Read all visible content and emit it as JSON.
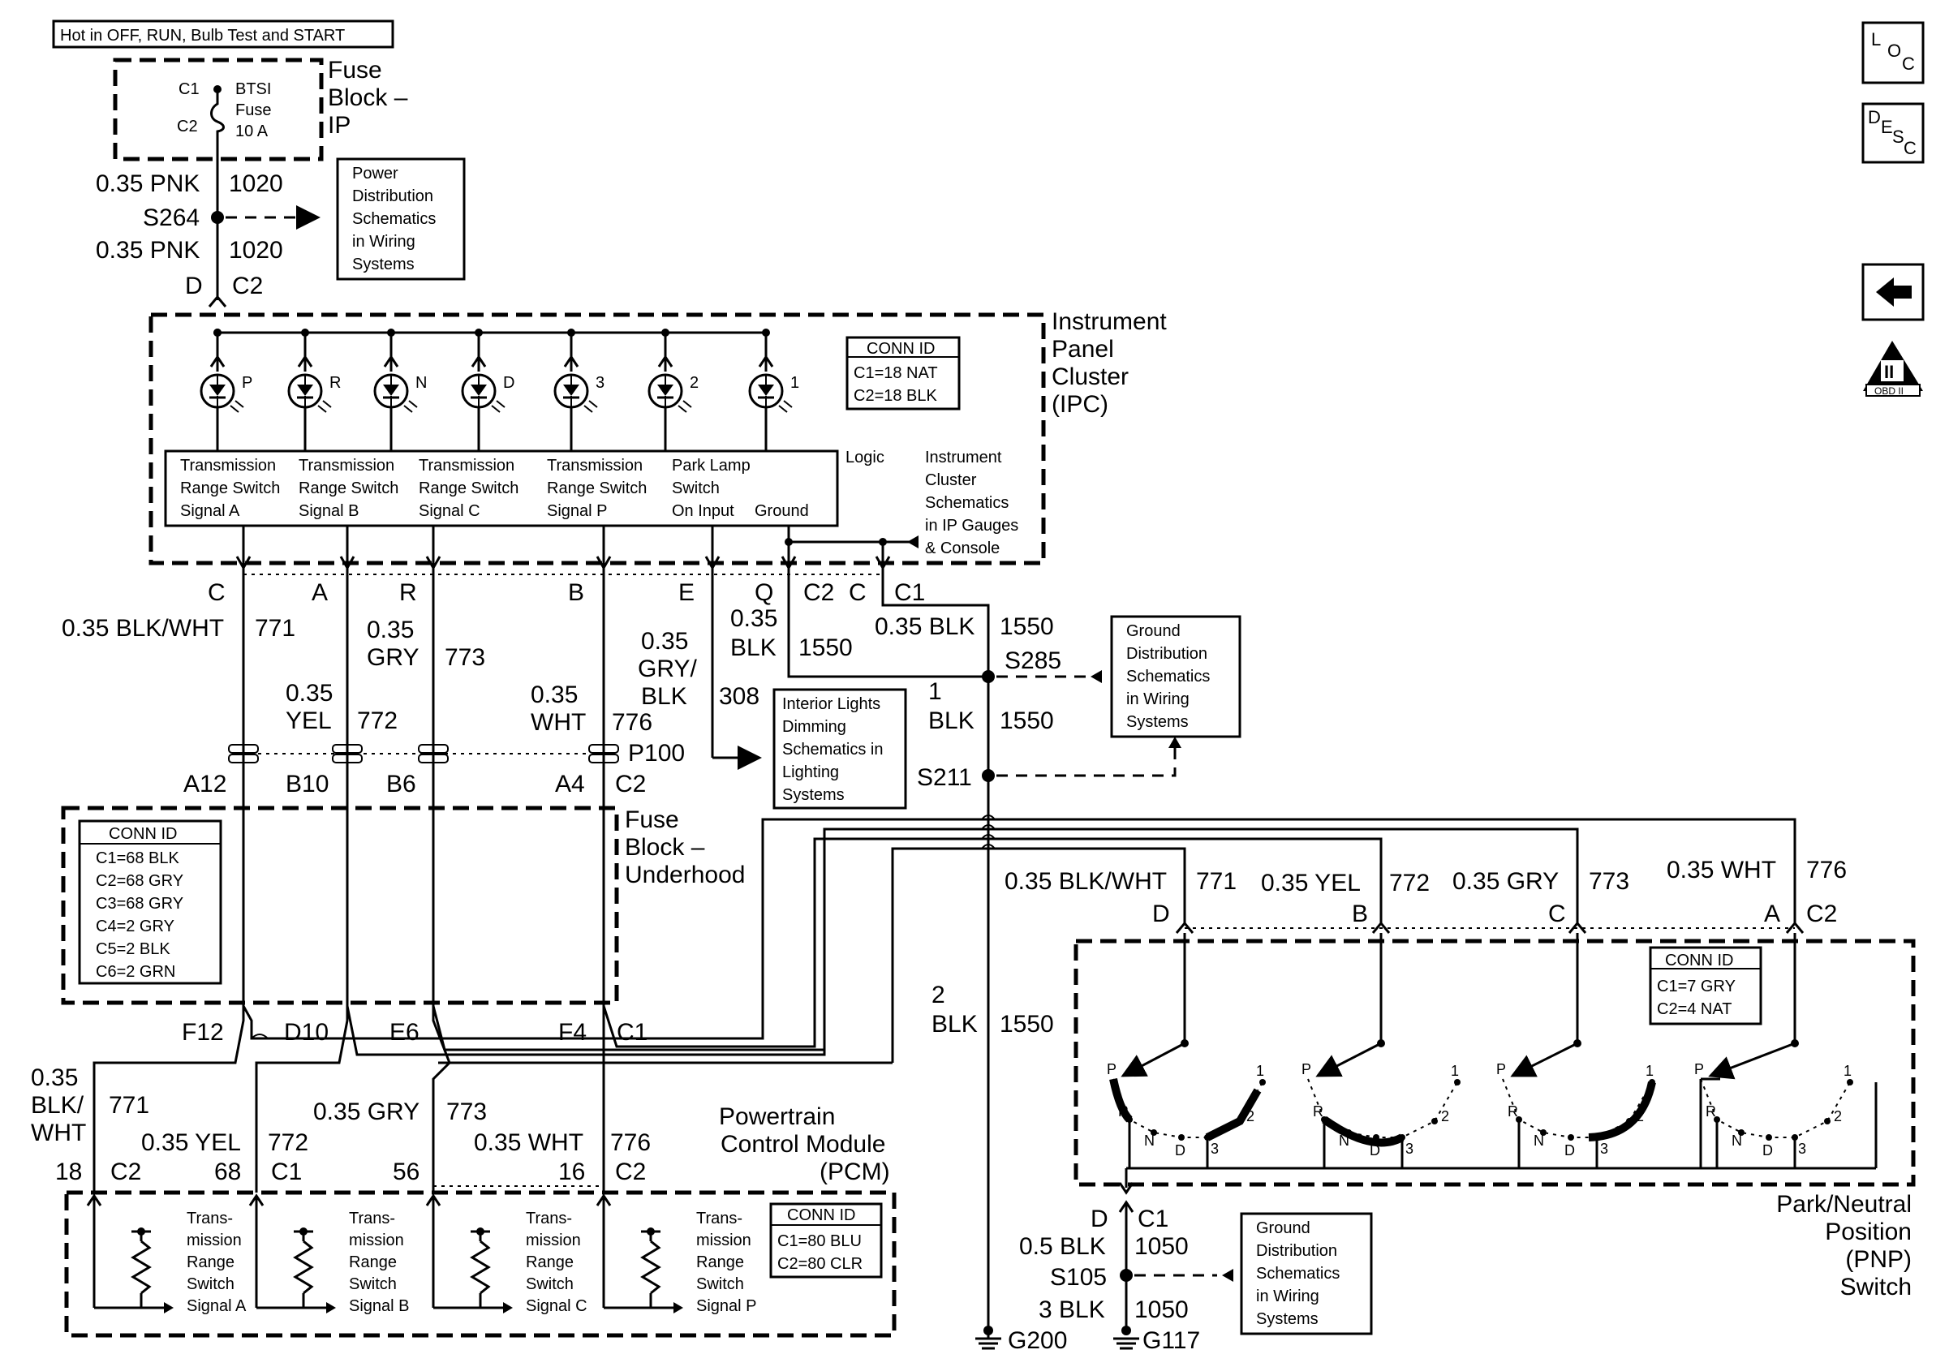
{
  "header_box": "Hot in OFF, RUN, Bulb Test and START",
  "fuse_block_ip": {
    "title": [
      "Fuse",
      "Block –",
      "IP"
    ],
    "c1": "C1",
    "c2": "C2",
    "fuse": [
      "BTSI",
      "Fuse",
      "10 A"
    ]
  },
  "upper_feed": {
    "wire1_gauge": "0.35 PNK",
    "wire1_circuit": "1020",
    "splice": "S264",
    "wire2_gauge": "0.35 PNK",
    "wire2_circuit": "1020",
    "pin": "D",
    "conn": "C2"
  },
  "power_dist_box": [
    "Power",
    "Distribution",
    "Schematics",
    "in Wiring",
    "Systems"
  ],
  "ipc": {
    "title": [
      "Instrument",
      "Panel",
      "Cluster",
      "(IPC)"
    ],
    "conn_id_title": "CONN ID",
    "conn_id_lines": [
      "C1=18 NAT",
      "C2=18 BLK"
    ],
    "lamps": [
      "P",
      "R",
      "N",
      "D",
      "3",
      "2",
      "1"
    ],
    "logic_label": "Logic",
    "logic_inputs": [
      [
        "Transmission",
        "Range Switch",
        "Signal A"
      ],
      [
        "Transmission",
        "Range Switch",
        "Signal B"
      ],
      [
        "Transmission",
        "Range Switch",
        "Signal C"
      ],
      [
        "Transmission",
        "Range Switch",
        "Signal P"
      ],
      [
        "Park Lamp",
        "Switch",
        "On Input"
      ],
      [
        "Ground"
      ]
    ],
    "cluster_ref": [
      "Instrument",
      "Cluster",
      "Schematics",
      "in IP Gauges",
      "& Console"
    ],
    "pins": [
      "C",
      "A",
      "R",
      "B",
      "E",
      "Q",
      "C2",
      "C",
      "C1"
    ]
  },
  "mid_wires": {
    "w771": [
      "0.35 BLK/WHT",
      "771"
    ],
    "w772": [
      "0.35",
      "YEL",
      "772"
    ],
    "w773": [
      "0.35",
      "GRY",
      "773"
    ],
    "w776": [
      "0.35",
      "WHT",
      "776"
    ],
    "w308": [
      "0.35",
      "GRY/",
      "BLK",
      "308"
    ],
    "wq": [
      "0.35",
      "BLK",
      "1550"
    ],
    "wc1": [
      "0.35 BLK",
      "1550"
    ],
    "splice_s285": "S285",
    "w1550b": [
      "1",
      "BLK",
      "1550"
    ],
    "splice_s211": "S211",
    "p100": "P100"
  },
  "ground_dist_box": [
    "Ground",
    "Distribution",
    "Schematics",
    "in Wiring",
    "Systems"
  ],
  "interior_lights_box": [
    "Interior Lights",
    "Dimming",
    "Schematics in",
    "Lighting",
    "Systems"
  ],
  "fuse_block_uh": {
    "title": [
      "Fuse",
      "Block –",
      "Underhood"
    ],
    "top_pins": [
      "A12",
      "B10",
      "B6",
      "A4",
      "C2"
    ],
    "bottom_pins": [
      "F12",
      "D10",
      "E6",
      "F4",
      "C1"
    ],
    "conn_id_title": "CONN ID",
    "conn_id_lines": [
      "C1=68 BLK",
      "C2=68 GRY",
      "C3=68 GRY",
      "C4=2 GRY",
      "C5=2 BLK",
      "C6=2 GRN"
    ]
  },
  "pcm": {
    "title": [
      "Powertrain",
      "Control Module",
      "(PCM)"
    ],
    "wires": {
      "w771": [
        "0.35",
        "BLK/",
        "WHT",
        "771"
      ],
      "w772": [
        "0.35 YEL",
        "772"
      ],
      "w773": [
        "0.35 GRY",
        "773"
      ],
      "w776": [
        "0.35 WHT",
        "776"
      ]
    },
    "pins": [
      "18",
      "C2",
      "68",
      "C1",
      "56",
      "16",
      "C2"
    ],
    "conn_id_title": "CONN ID",
    "conn_id_lines": [
      "C1=80 BLU",
      "C2=80 CLR"
    ],
    "signals": [
      [
        "Trans-",
        "mission",
        "Range",
        "Switch",
        "Signal A"
      ],
      [
        "Trans-",
        "mission",
        "Range",
        "Switch",
        "Signal B"
      ],
      [
        "Trans-",
        "mission",
        "Range",
        "Switch",
        "Signal C"
      ],
      [
        "Trans-",
        "mission",
        "Range",
        "Switch",
        "Signal P"
      ]
    ]
  },
  "pnp": {
    "title": [
      "Park/Neutral",
      "Position",
      "(PNP)",
      "Switch"
    ],
    "wires": {
      "w771": [
        "0.35 BLK/WHT",
        "771"
      ],
      "w772": [
        "0.35 YEL",
        "772"
      ],
      "w773": [
        "0.35 GRY",
        "773"
      ],
      "w776": [
        "0.35 WHT",
        "776"
      ]
    },
    "pins": [
      "D",
      "B",
      "C",
      "A",
      "C2"
    ],
    "conn_id_title": "CONN ID",
    "conn_id_lines": [
      "C1=7 GRY",
      "C2=4 NAT"
    ],
    "positions": [
      "P",
      "R",
      "N",
      "D",
      "3",
      "2",
      "1"
    ]
  },
  "ground_side": {
    "w1550": [
      "2",
      "BLK",
      "1550"
    ],
    "g200": "G200",
    "pin": "D",
    "conn": "C1",
    "w1050a": [
      "0.5 BLK",
      "1050"
    ],
    "splice": "S105",
    "w1050b": [
      "3 BLK",
      "1050"
    ],
    "g117": "G117"
  },
  "ground_dist_box2": [
    "Ground",
    "Distribution",
    "Schematics",
    "in Wiring",
    "Systems"
  ],
  "nav": {
    "loc": [
      "L",
      "O",
      "C"
    ],
    "desc": [
      "D",
      "E",
      "S",
      "C"
    ],
    "obd": [
      "II",
      "OBD II"
    ]
  }
}
